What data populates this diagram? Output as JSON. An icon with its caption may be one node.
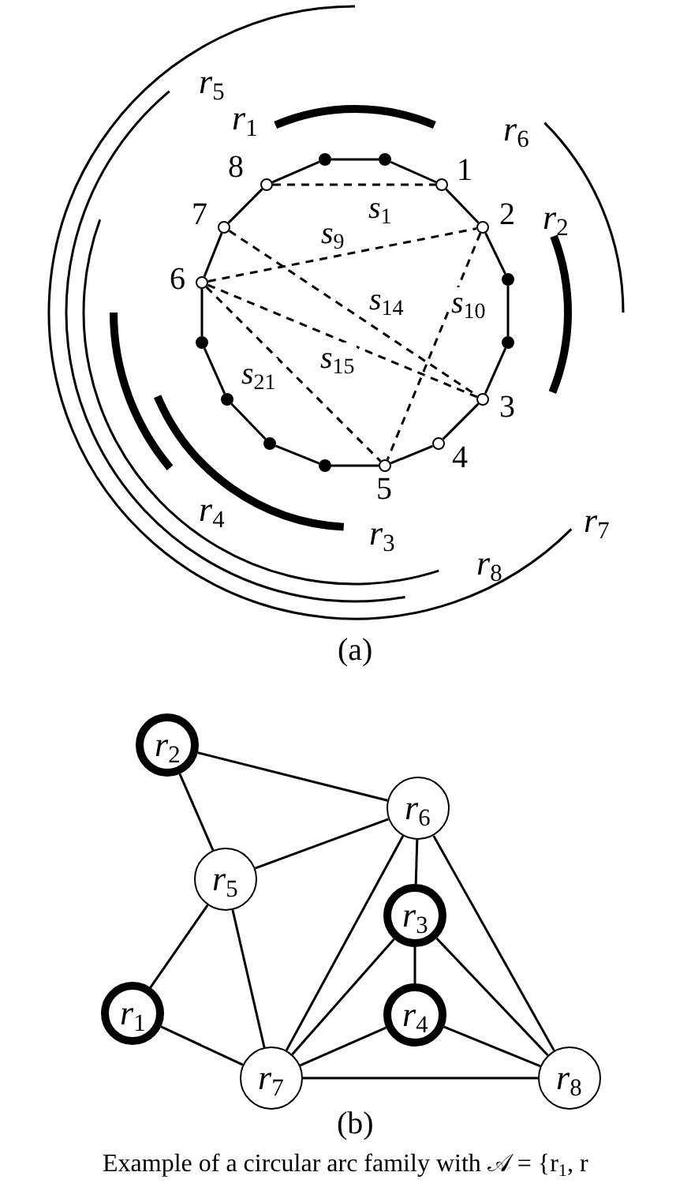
{
  "diagram": {
    "caption": "Example of a circular arc family with 𝒜 = {r$_{1}$, r",
    "nodes": [
      {
        "text": [],
        "shape": "circle",
        "beside": [
          "1"
        ]
      },
      {
        "text": [],
        "shape": "circle",
        "beside": [
          "2"
        ]
      },
      {
        "text": [],
        "shape": "circle",
        "beside": [
          "3"
        ]
      },
      {
        "text": [],
        "shape": "circle",
        "beside": [
          "4"
        ]
      },
      {
        "text": [],
        "shape": "circle",
        "beside": [
          "5"
        ]
      },
      {
        "text": [],
        "shape": "circle",
        "beside": [
          "6"
        ]
      },
      {
        "text": [],
        "shape": "circle",
        "beside": [
          "7"
        ]
      },
      {
        "text": [],
        "shape": "circle",
        "beside": [
          "8"
        ]
      },
      {
        "text": [],
        "shape": "circle"
      },
      {
        "text": [],
        "shape": "circle"
      },
      {
        "text": [],
        "shape": "circle"
      },
      {
        "text": [],
        "shape": "circle"
      },
      {
        "text": [],
        "shape": "circle"
      },
      {
        "text": [],
        "shape": "circle"
      },
      {
        "text": [],
        "shape": "circle"
      },
      {
        "text": [],
        "shape": "circle"
      },
      {
        "text": [
          "r$_{1}$"
        ]
      },
      {
        "text": [
          "r$_{2}$"
        ]
      },
      {
        "text": [
          "r$_{3}$"
        ]
      },
      {
        "text": [
          "r$_{4}$"
        ]
      },
      {
        "text": [
          "r$_{5}$"
        ]
      },
      {
        "text": [
          "r$_{6}$"
        ]
      },
      {
        "text": [
          "r$_{7}$"
        ]
      },
      {
        "text": [
          "r$_{8}$"
        ]
      }
    ],
    "edges": [
      {
        "from": 0,
        "to": 1,
        "arrow": "none"
      },
      {
        "from": 1,
        "to": 10,
        "arrow": "none"
      },
      {
        "from": 10,
        "to": 12,
        "arrow": "none"
      },
      {
        "from": 12,
        "to": 2,
        "arrow": "none"
      },
      {
        "from": 2,
        "to": 3,
        "arrow": "none"
      },
      {
        "from": 3,
        "to": 4,
        "arrow": "none"
      },
      {
        "from": 4,
        "to": 15,
        "arrow": "none"
      },
      {
        "from": 15,
        "to": 14,
        "arrow": "none"
      },
      {
        "from": 14,
        "to": 13,
        "arrow": "none"
      },
      {
        "from": 13,
        "to": 11,
        "arrow": "none"
      },
      {
        "from": 11,
        "to": 5,
        "arrow": "none"
      },
      {
        "from": 5,
        "to": 6,
        "arrow": "none"
      },
      {
        "from": 6,
        "to": 7,
        "arrow": "none"
      },
      {
        "from": 7,
        "to": 8,
        "arrow": "none"
      },
      {
        "from": 8,
        "to": 9,
        "arrow": "none"
      },
      {
        "from": 9,
        "to": 0,
        "arrow": "none"
      },
      {
        "from": 7,
        "to": 0,
        "arrow": "none",
        "style": "dashed",
        "label": "s$_{1}$"
      },
      {
        "from": 5,
        "to": 1,
        "arrow": "none",
        "style": "dashed",
        "label": "s$_{9}$"
      },
      {
        "from": 6,
        "to": 2,
        "arrow": "none",
        "style": "dashed",
        "label": "s$_{14}$"
      },
      {
        "from": 1,
        "to": 4,
        "arrow": "none",
        "style": "dashed",
        "label": "s$_{10}$"
      },
      {
        "from": 5,
        "to": 2,
        "arrow": "none",
        "style": "dashed",
        "label": "s$_{15}$"
      },
      {
        "from": 5,
        "to": 4,
        "arrow": "none",
        "style": "dashed",
        "label": "s$_{21}$"
      },
      {
        "from": 17,
        "to": 21,
        "arrow": "none"
      },
      {
        "from": 17,
        "to": 20,
        "arrow": "none"
      },
      {
        "from": 20,
        "to": 21,
        "arrow": "none"
      },
      {
        "from": 20,
        "to": 16,
        "arrow": "none"
      },
      {
        "from": 20,
        "to": 22,
        "arrow": "none"
      },
      {
        "from": 16,
        "to": 22,
        "arrow": "none"
      },
      {
        "from": 21,
        "to": 22,
        "arrow": "none"
      },
      {
        "from": 21,
        "to": 18,
        "arrow": "none"
      },
      {
        "from": 21,
        "to": 23,
        "arrow": "none"
      },
      {
        "from": 18,
        "to": 19,
        "arrow": "none"
      },
      {
        "from": 18,
        "to": 22,
        "arrow": "none"
      },
      {
        "from": 18,
        "to": 23,
        "arrow": "none"
      },
      {
        "from": 19,
        "to": 22,
        "arrow": "none"
      },
      {
        "from": 19,
        "to": 23,
        "arrow": "none"
      },
      {
        "from": 22,
        "to": 23,
        "arrow": "none"
      }
    ],
    "labels": [
      "r$_{1}$",
      "r$_{6}$",
      "r$_{5}$",
      "r$_{2}$",
      "r$_{4}$",
      "r$_{7}$",
      "r$_{3}$",
      "r$_{8}$",
      "(a)",
      "(b)"
    ]
  }
}
